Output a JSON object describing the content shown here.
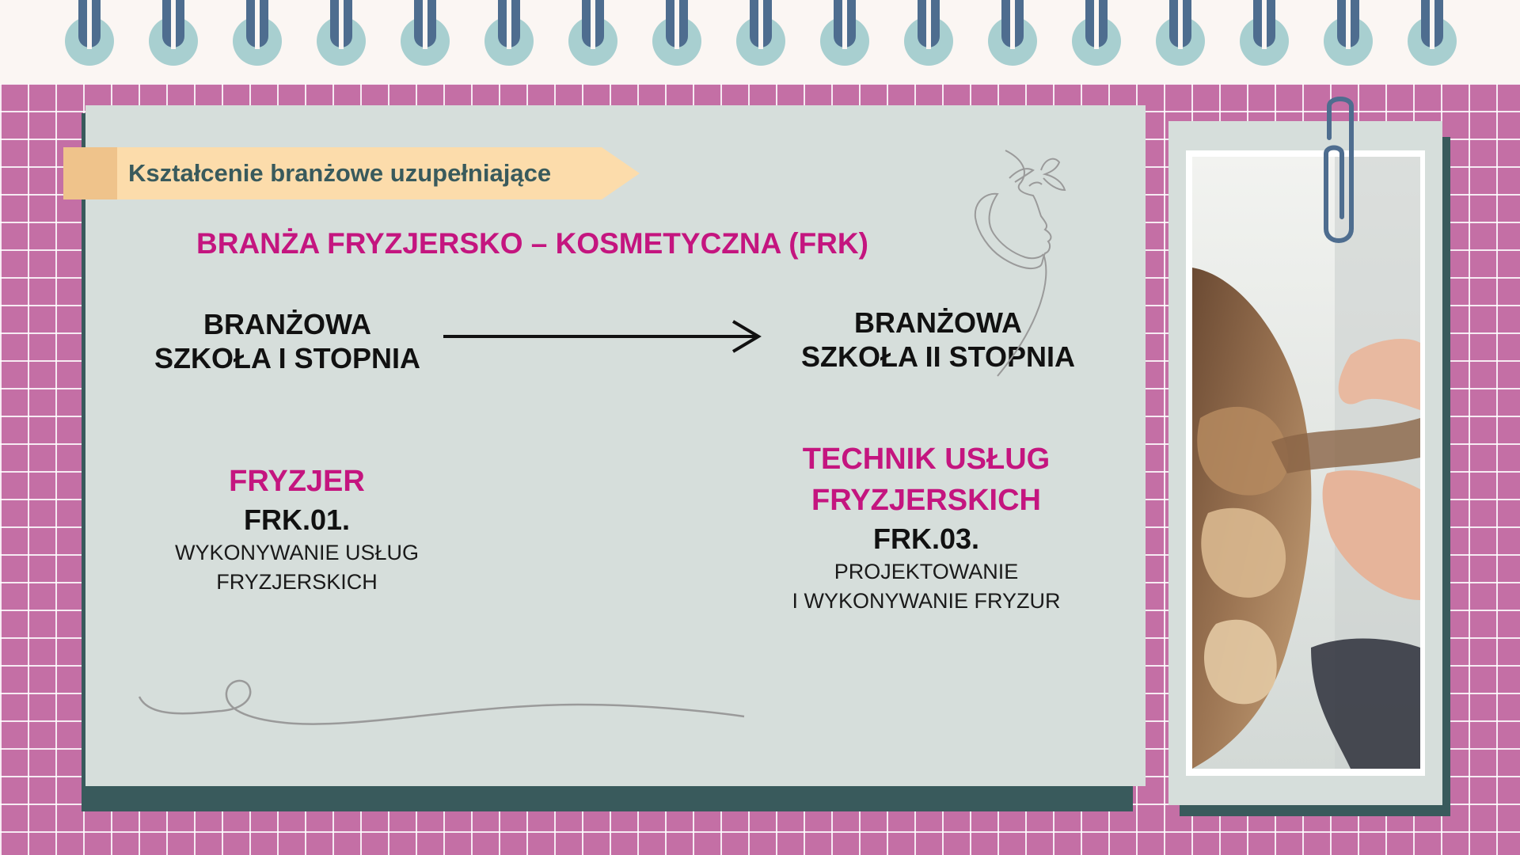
{
  "banner": {
    "label": "Kształcenie branżowe uzupełniające"
  },
  "heading": "BRANŻA FRYZJERSKO – KOSMETYCZNA  (FRK)",
  "left_school": {
    "line1": "BRANŻOWA",
    "line2": "SZKOŁA I STOPNIA"
  },
  "right_school": {
    "line1": "BRANŻOWA",
    "line2": "SZKOŁA II STOPNIA"
  },
  "left_profession": {
    "title": "FRYZJER",
    "code": "FRK.01.",
    "desc_line1": "WYKONYWANIE USŁUG",
    "desc_line2": "FRYZJERSKICH"
  },
  "right_profession": {
    "title_line1": "TECHNIK USŁUG",
    "title_line2": "FRYZJERSKICH",
    "code": "FRK.03.",
    "desc_line1": "PROJEKTOWANIE",
    "desc_line2": "I WYKONYWANIE FRYZUR"
  },
  "colors": {
    "background_pink": "#c46fa5",
    "accent_magenta": "#c4157f",
    "teal_dark": "#395a5c",
    "card_gray": "#d6dedb",
    "banner_peach": "#fcdcab",
    "ring_blue": "#4e6d8f"
  },
  "icons": [
    "binder-ring-icon",
    "arrow-right-icon",
    "paperclip-icon",
    "face-line-art",
    "decorative-swirl"
  ]
}
